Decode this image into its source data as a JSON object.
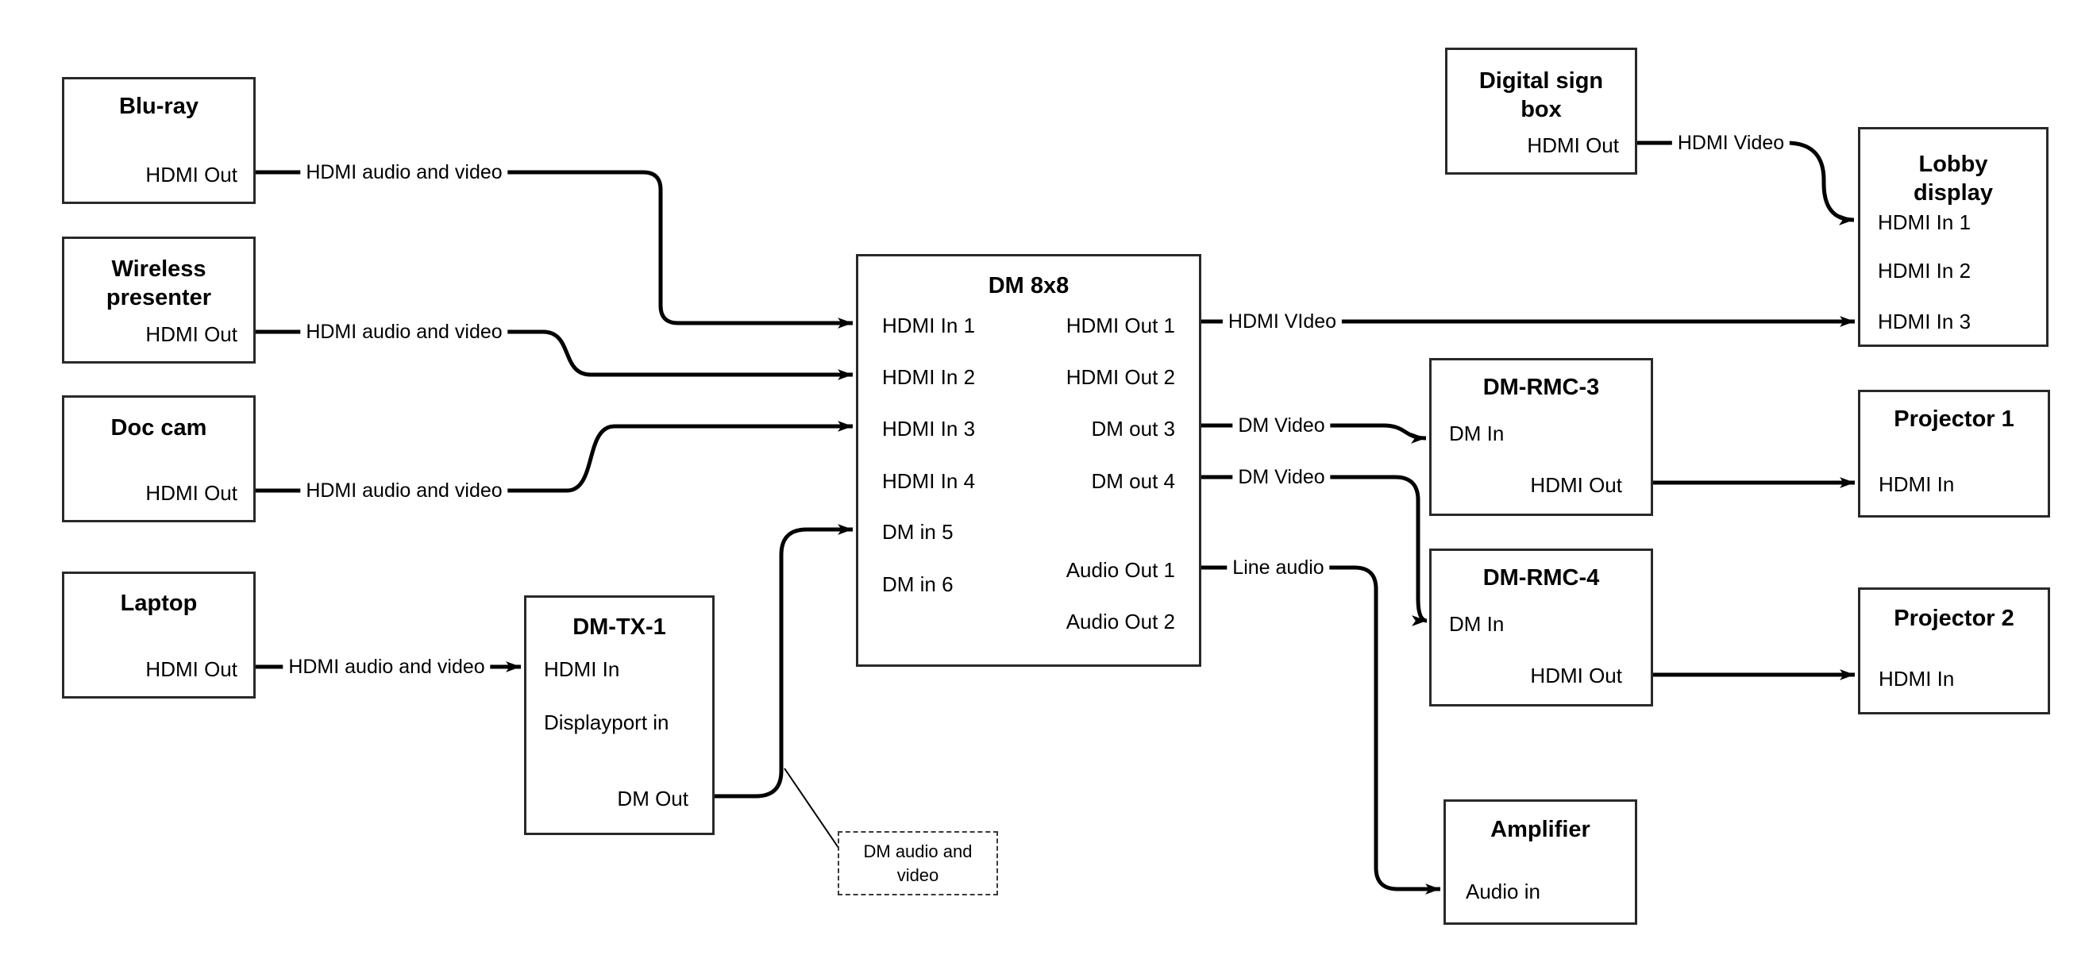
{
  "colors": {
    "line": "#000000",
    "box_border": "#292929",
    "text": "#000000",
    "background": "#ffffff"
  },
  "nodes": {
    "bluray": {
      "title": "Blu-ray",
      "ports": {
        "hdmi_out": "HDMI Out"
      }
    },
    "wireless_presenter": {
      "title": "Wireless\npresenter",
      "ports": {
        "hdmi_out": "HDMI Out"
      }
    },
    "doc_cam": {
      "title": "Doc cam",
      "ports": {
        "hdmi_out": "HDMI Out"
      }
    },
    "laptop": {
      "title": "Laptop",
      "ports": {
        "hdmi_out": "HDMI Out"
      }
    },
    "dm_tx_1": {
      "title": "DM-TX-1",
      "ports": {
        "hdmi_in": "HDMI In",
        "displayport_in": "Displayport in",
        "dm_out": "DM Out"
      }
    },
    "dm_8x8": {
      "title": "DM 8x8",
      "ports": {
        "hdmi_in_1": "HDMI In 1",
        "hdmi_in_2": "HDMI In 2",
        "hdmi_in_3": "HDMI In 3",
        "hdmi_in_4": "HDMI In 4",
        "dm_in_5": "DM in 5",
        "dm_in_6": "DM in 6",
        "hdmi_out_1": "HDMI Out 1",
        "hdmi_out_2": "HDMI Out 2",
        "dm_out_3": "DM out 3",
        "dm_out_4": "DM out 4",
        "audio_out_1": "Audio Out 1",
        "audio_out_2": "Audio Out 2"
      }
    },
    "digital_sign_box": {
      "title": "Digital sign\nbox",
      "ports": {
        "hdmi_out": "HDMI Out"
      }
    },
    "lobby_display": {
      "title": "Lobby\ndisplay",
      "ports": {
        "hdmi_in_1": "HDMI In 1",
        "hdmi_in_2": "HDMI In 2",
        "hdmi_in_3": "HDMI In 3"
      }
    },
    "dm_rmc_3": {
      "title": "DM-RMC-3",
      "ports": {
        "dm_in": "DM In",
        "hdmi_out": "HDMI Out"
      }
    },
    "projector_1": {
      "title": "Projector 1",
      "ports": {
        "hdmi_in": "HDMI In"
      }
    },
    "dm_rmc_4": {
      "title": "DM-RMC-4",
      "ports": {
        "dm_in": "DM In",
        "hdmi_out": "HDMI Out"
      }
    },
    "projector_2": {
      "title": "Projector 2",
      "ports": {
        "hdmi_in": "HDMI In"
      }
    },
    "amplifier": {
      "title": "Amplifier",
      "ports": {
        "audio_in": "Audio in"
      }
    }
  },
  "edge_labels": {
    "bluray_to_dm8x8": "HDMI audio and video",
    "wireless_to_dm8x8": "HDMI audio and video",
    "doccam_to_dm8x8": "HDMI audio and video",
    "laptop_to_dmtx1": "HDMI audio and video",
    "hdmiout1_to_lobby": "HDMI VIdeo",
    "dmout3_to_rmc3": "DM Video",
    "dmout4_to_rmc4": "DM Video",
    "audioout1_to_amplifier": "Line audio",
    "digitalsign_to_lobby": "HDMI Video"
  },
  "note": {
    "text": "DM audio and\nvideo"
  }
}
